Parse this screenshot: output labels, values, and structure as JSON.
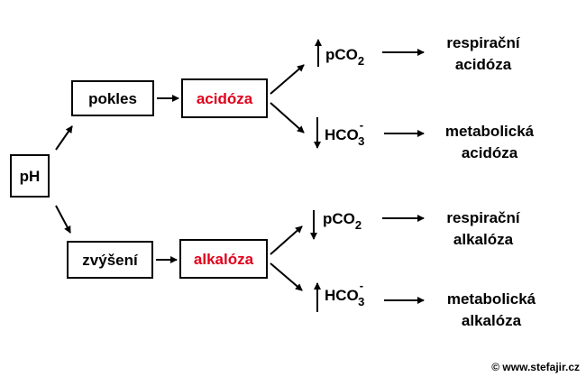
{
  "nodes": {
    "ph": "pH",
    "pokles": "pokles",
    "zvyseni": "zvýšení",
    "acidoza": "acidóza",
    "alkaloza": "alkalóza"
  },
  "params": {
    "pco2_main": "pCO",
    "pco2_sub": "2",
    "hco3_main": "HCO",
    "hco3_sub": "3",
    "hco3_sup": "-"
  },
  "results": {
    "resp_acid_1": "respirační",
    "resp_acid_2": "acidóza",
    "met_acid_1": "metabolická",
    "met_acid_2": "acidóza",
    "resp_alk_1": "respirační",
    "resp_alk_2": "alkalóza",
    "met_alk_1": "metabolická",
    "met_alk_2": "alkalóza"
  },
  "footer": {
    "copyright": "© www.stefajir.cz"
  },
  "colors": {
    "accent": "#e0001b",
    "ink": "#000000"
  }
}
